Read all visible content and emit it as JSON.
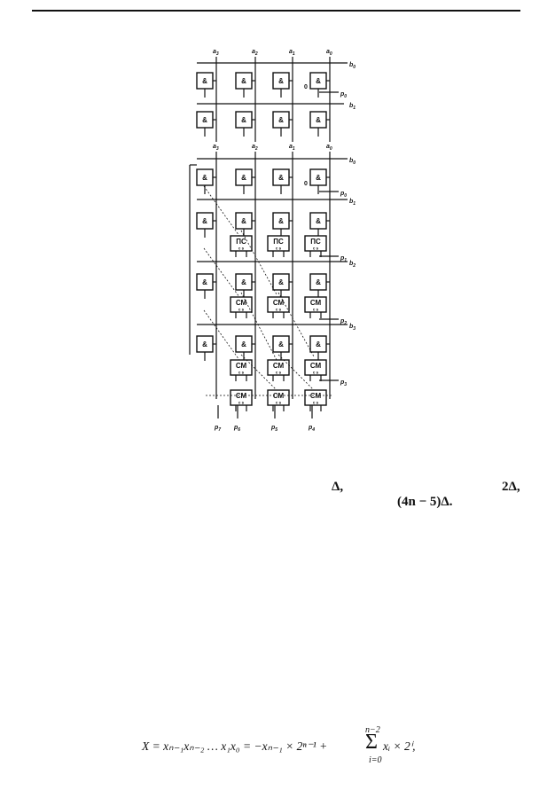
{
  "circuit": {
    "a_labels": [
      "a3",
      "a2",
      "a1",
      "a0"
    ],
    "top_b_labels": [
      "b0",
      "b1"
    ],
    "top_p_label": "p0",
    "bottom_b_labels": [
      "b0",
      "b1",
      "b2",
      "b3"
    ],
    "right_p_labels": [
      "p0",
      "p1",
      "p2",
      "p3"
    ],
    "bottom_p_labels": [
      "p7",
      "p6",
      "p5",
      "p4"
    ],
    "and_label": "&",
    "zero_label": "0",
    "adder_rows": [
      {
        "label": "ПС",
        "sub": "c s"
      },
      {
        "label": "СМ",
        "sub": "c s"
      },
      {
        "label": "СМ",
        "sub": "c s"
      },
      {
        "label": "СМ",
        "sub": "c s"
      }
    ]
  },
  "text": {
    "delta": "Δ,",
    "two_delta": "2Δ,",
    "expr": "(4n − 5)Δ."
  },
  "formula": {
    "main": "X = xₙ₋₁xₙ₋₂ … x₁x₀ = −xₙ₋₁ × 2ⁿ⁻¹ +",
    "sum_upper": "n−2",
    "sum_lower": "i=0",
    "sigma": "Σ",
    "tail": "xᵢ × 2ⁱ,"
  }
}
